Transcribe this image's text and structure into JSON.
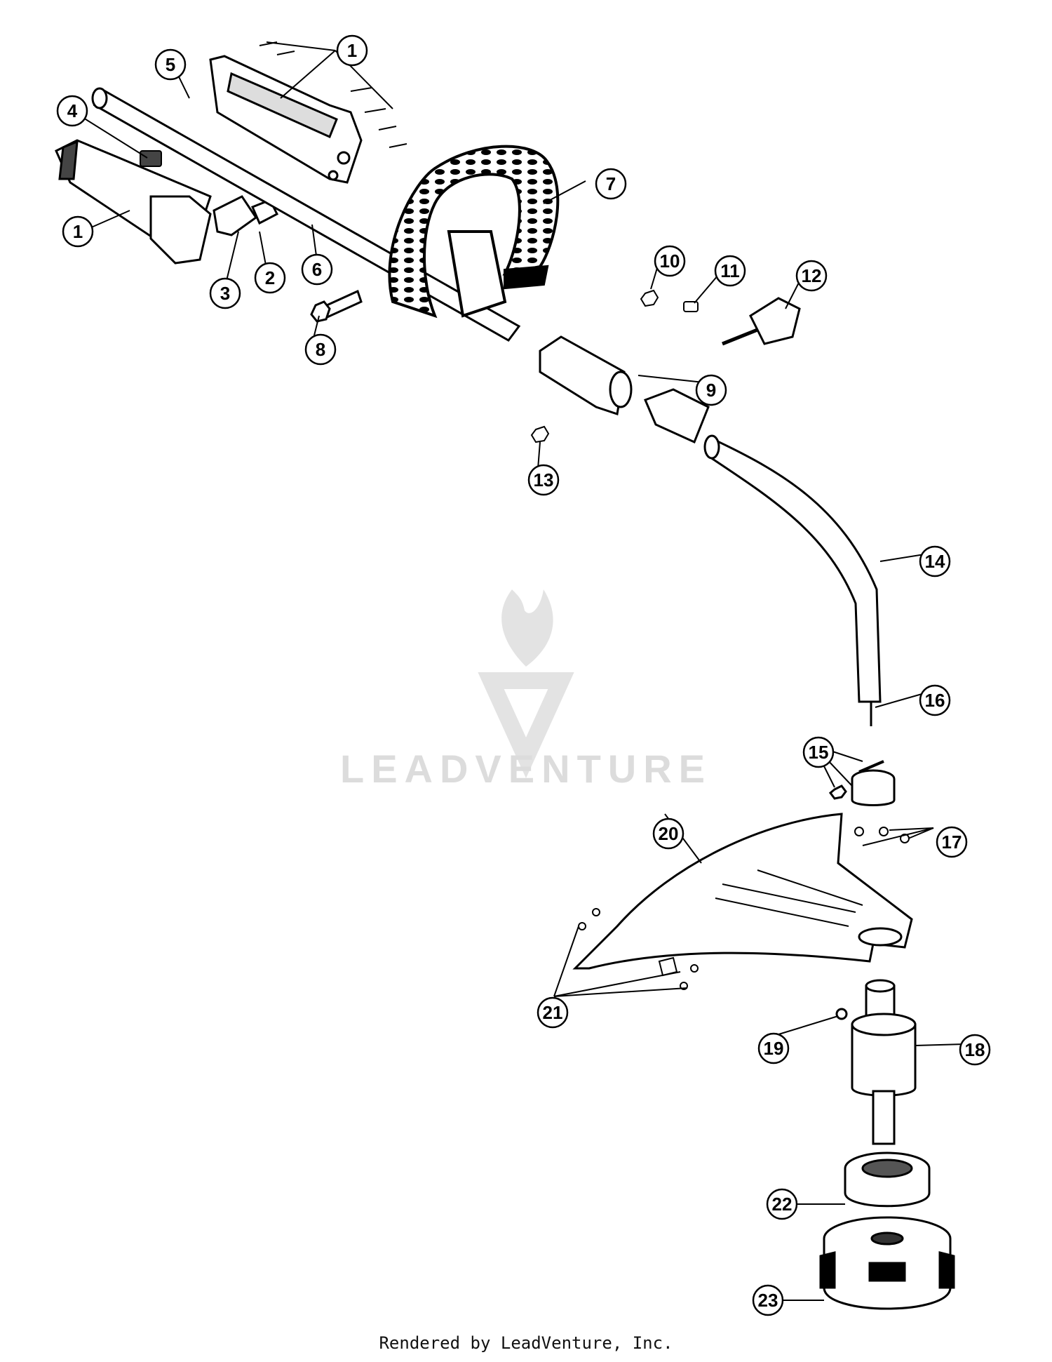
{
  "watermark": {
    "text": "LEADVENTURE",
    "logo_icon": "leadventure-flame-logo-icon"
  },
  "footer": {
    "text": "Rendered by LeadVenture, Inc."
  },
  "callouts": [
    "1",
    "1",
    "2",
    "3",
    "4",
    "5",
    "6",
    "7",
    "8",
    "9",
    "10",
    "11",
    "12",
    "13",
    "14",
    "15",
    "16",
    "17",
    "18",
    "19",
    "20",
    "21",
    "22",
    "23"
  ]
}
